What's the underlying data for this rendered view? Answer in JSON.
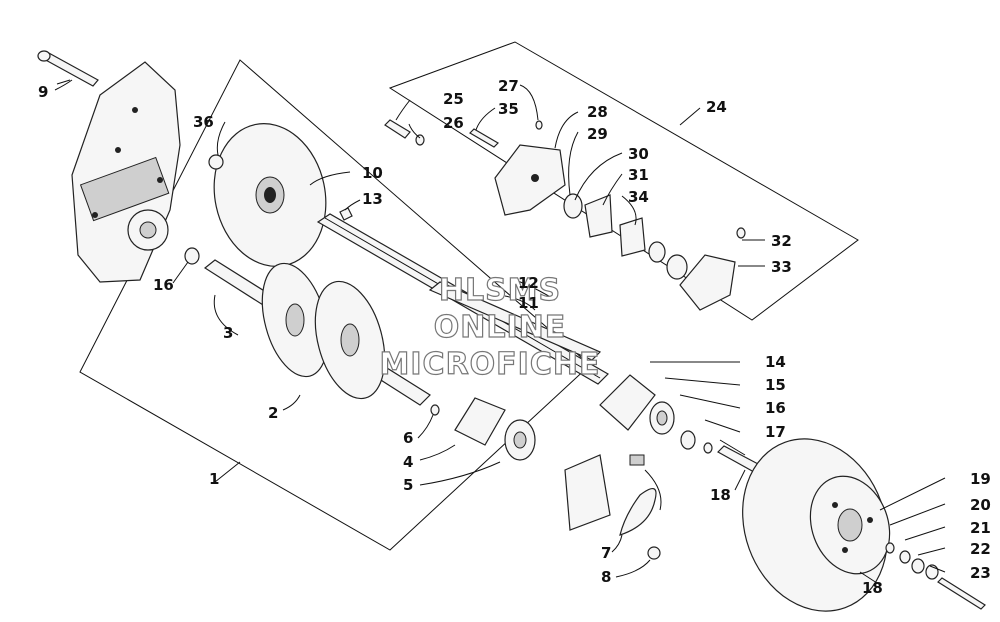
{
  "watermark": [
    "HLSMS",
    "ONLINE",
    "MICROFICHE"
  ],
  "labels": [
    "1",
    "2",
    "3",
    "4",
    "5",
    "6",
    "7",
    "8",
    "9",
    "10",
    "11",
    "12",
    "13",
    "14",
    "15",
    "16",
    "16",
    "17",
    "18",
    "18",
    "19",
    "20",
    "21",
    "22",
    "23",
    "24",
    "25",
    "26",
    "27",
    "28",
    "29",
    "30",
    "31",
    "32",
    "33",
    "34",
    "35",
    "36"
  ]
}
